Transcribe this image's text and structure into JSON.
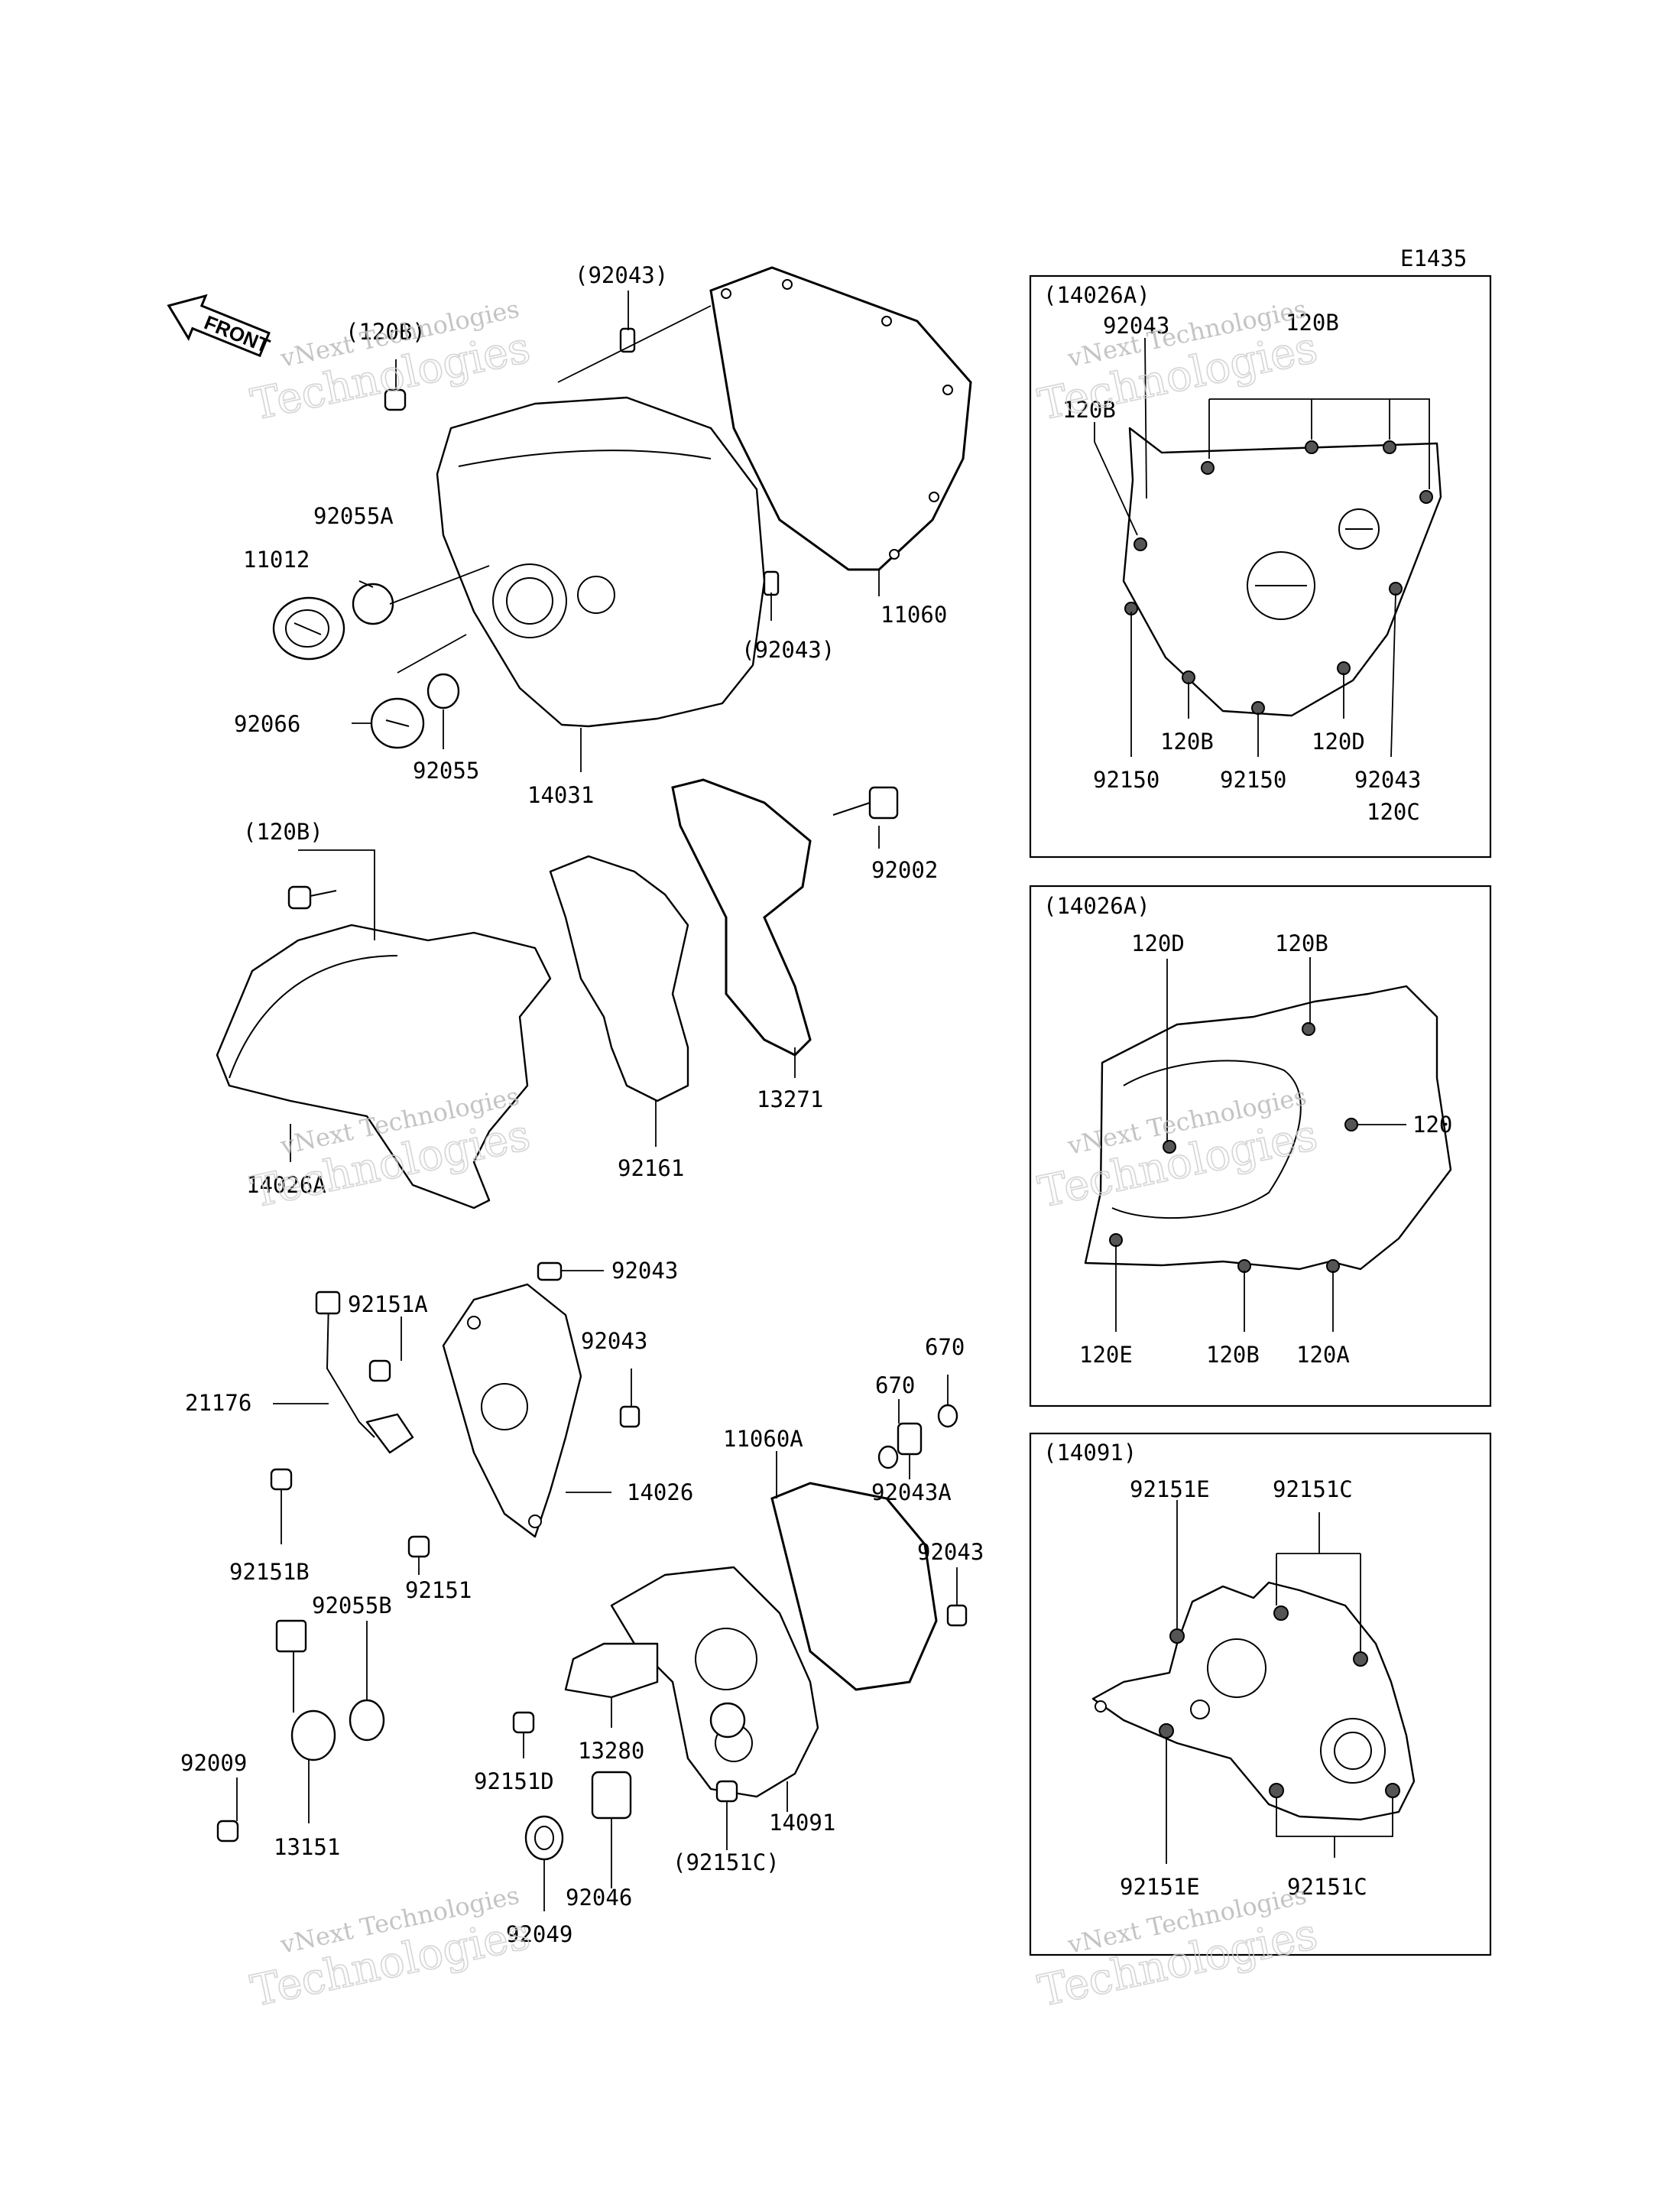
{
  "diagram_code": "E1435",
  "front_arrow": {
    "label": "FRONT"
  },
  "watermark": {
    "line1": "vNext Technologies",
    "line2": "Technologies"
  },
  "panels": {
    "top": {
      "title": "(14026A)",
      "labels": [
        "92043",
        "120B",
        "120B",
        "92150",
        "120B",
        "92150",
        "120D",
        "92043",
        "120C"
      ]
    },
    "middle": {
      "title": "(14026A)",
      "labels": [
        "120D",
        "120B",
        "120",
        "120E",
        "120B",
        "120A"
      ]
    },
    "bottom": {
      "title": "(14091)",
      "labels": [
        "92151E",
        "92151C",
        "92151E",
        "92151C"
      ]
    }
  },
  "main_labels": {
    "cover_group": [
      "(92043)",
      "(120B)",
      "92055A",
      "11012",
      "92066",
      "92055",
      "14031",
      "11060",
      "(92043)"
    ],
    "sprocket_group": [
      "(120B)",
      "92002",
      "13271",
      "92161",
      "14026A"
    ],
    "lower_group": [
      "92151A",
      "92043",
      "21176",
      "92043",
      "14026",
      "92151B",
      "92151",
      "670",
      "670",
      "11060A",
      "92043A",
      "92043",
      "92055B",
      "92009",
      "13151",
      "13280",
      "92151D",
      "14091",
      "92046",
      "(92151C)",
      "92049"
    ]
  }
}
